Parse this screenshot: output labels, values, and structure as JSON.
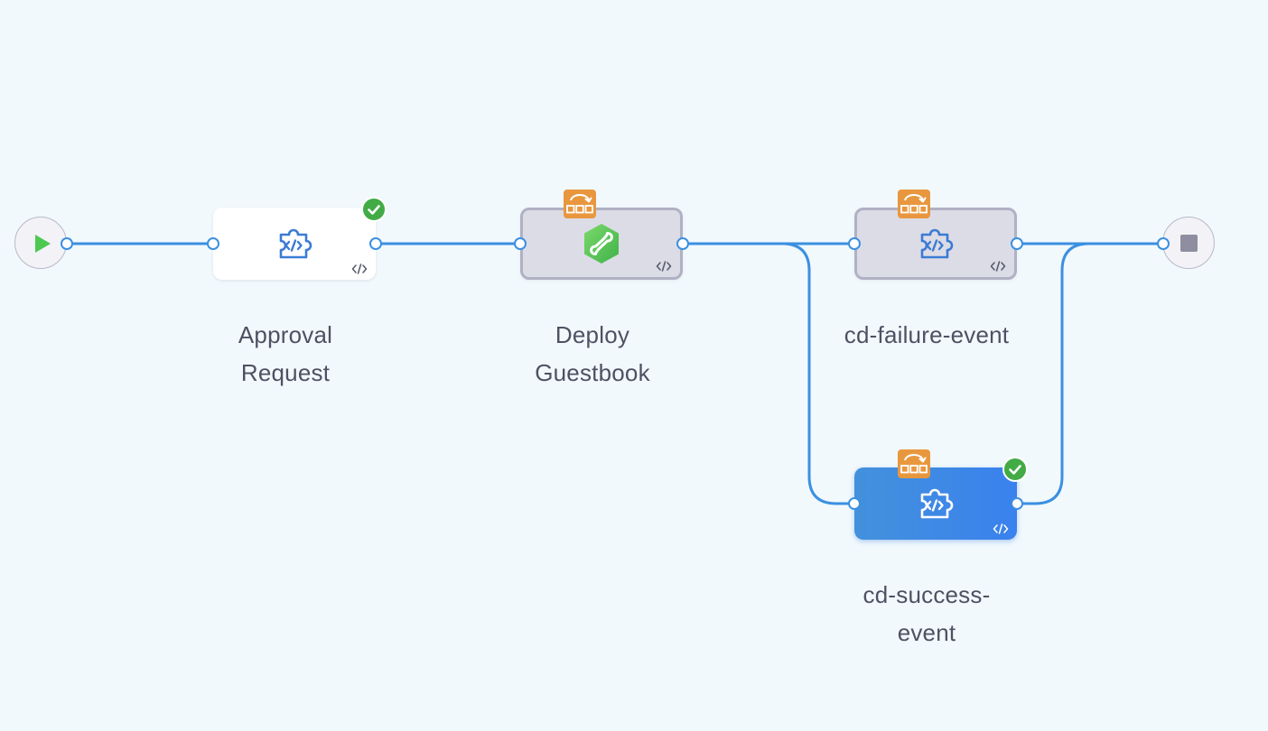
{
  "pipeline": {
    "nodes": [
      {
        "id": "approval",
        "label_line1": "Approval",
        "label_line2": "Request",
        "icon": "code-puzzle-icon",
        "status": "success"
      },
      {
        "id": "deploy",
        "label_line1": "Deploy",
        "label_line2": "Guestbook",
        "icon": "infinity-cd-icon",
        "badge": "looping-strategy-icon"
      },
      {
        "id": "failure",
        "label_line1": "cd-failure-event",
        "label_line2": "",
        "icon": "code-puzzle-icon",
        "badge": "looping-strategy-icon"
      },
      {
        "id": "success",
        "label_line1": "cd-success-",
        "label_line2": "event",
        "icon": "code-puzzle-icon",
        "badge": "looping-strategy-icon",
        "status": "success",
        "selected": true
      }
    ],
    "start_icon": "play-icon",
    "end_icon": "stop-icon"
  },
  "colors": {
    "background": "#F1F9FD",
    "edge": "#3B90E1",
    "success": "#42AB45",
    "badge": "#E9973E",
    "selected_node": "#3A81EE",
    "inactive_node": "#DCDCE6"
  }
}
